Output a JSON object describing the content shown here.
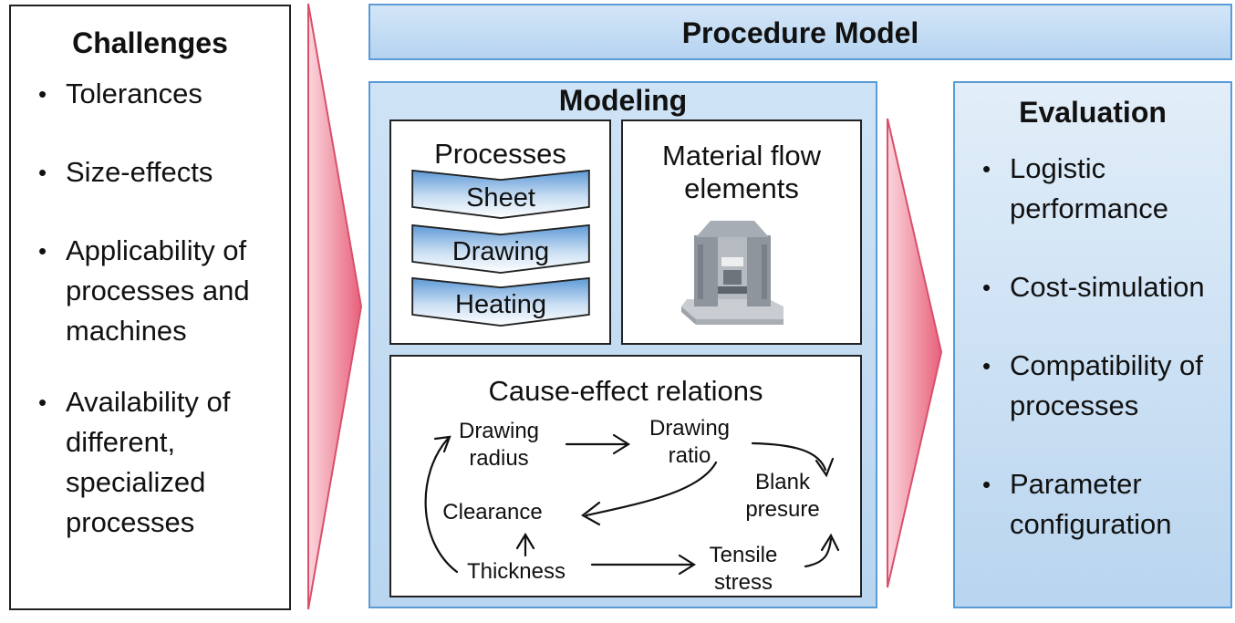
{
  "challenges": {
    "title": "Challenges",
    "items": [
      "Tolerances",
      "Size-effects",
      "Applicability of processes and machines",
      "Availability of different, specialized processes"
    ]
  },
  "procedure_model": {
    "title": "Procedure Model"
  },
  "modeling": {
    "title": "Modeling",
    "processes": {
      "title": "Processes",
      "steps": [
        "Sheet",
        "Drawing",
        "Heating"
      ]
    },
    "material_flow": {
      "title_line1": "Material flow",
      "title_line2": "elements",
      "image_icon": "press-machine-icon"
    },
    "cause_effect": {
      "title": "Cause-effect relations",
      "nodes": {
        "drawing_radius_1": "Drawing",
        "drawing_radius_2": "radius",
        "drawing_ratio_1": "Drawing",
        "drawing_ratio_2": "ratio",
        "blank_presure_1": "Blank",
        "blank_presure_2": "presure",
        "clearance": "Clearance",
        "thickness": "Thickness",
        "tensile_stress_1": "Tensile",
        "tensile_stress_2": "stress"
      }
    }
  },
  "evaluation": {
    "title": "Evaluation",
    "items": [
      "Logistic performance",
      "Cost-simulation",
      "Compatibility of processes",
      "Parameter configuration"
    ]
  },
  "colors": {
    "accent_blue": "#5b9bd5",
    "arrow_pink": "#e8607a"
  }
}
